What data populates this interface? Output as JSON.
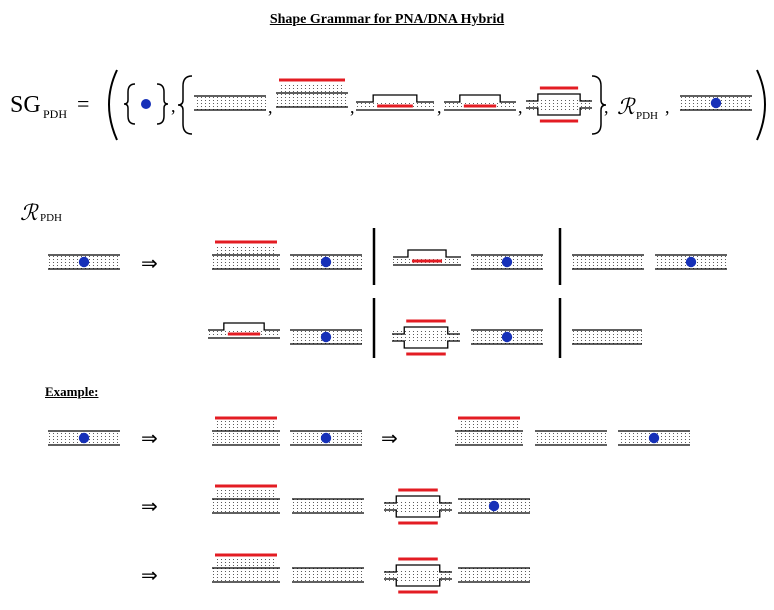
{
  "title": "Shape Grammar for PNA/DNA Hybrid",
  "grammar": {
    "sg": "SG",
    "sub": "PDH",
    "equals": "=",
    "rule_symbol": "ℛ",
    "comma": ","
  },
  "rules_heading": {
    "symbol": "ℛ",
    "sub": "PDH"
  },
  "arrow": "⇒",
  "example_label": "Example:",
  "colors": {
    "strand": "#000000",
    "pna": "#e31c23",
    "marker": "#1630b8",
    "dots": "#333333"
  }
}
